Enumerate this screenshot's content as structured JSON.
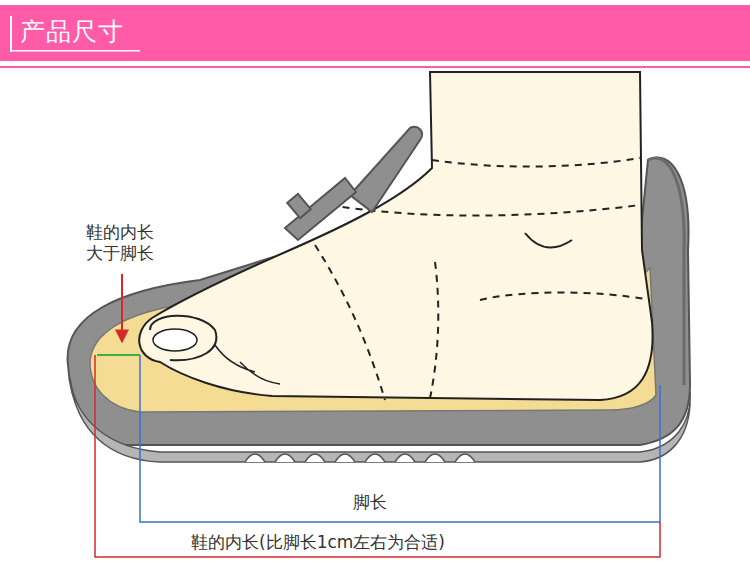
{
  "diagram": {
    "title": "产品尺寸",
    "labels": [
      "鞋的内长 大于脚长",
      "脚长",
      "鞋的内长(比脚长1cm左右为合适)"
    ]
  }
}
